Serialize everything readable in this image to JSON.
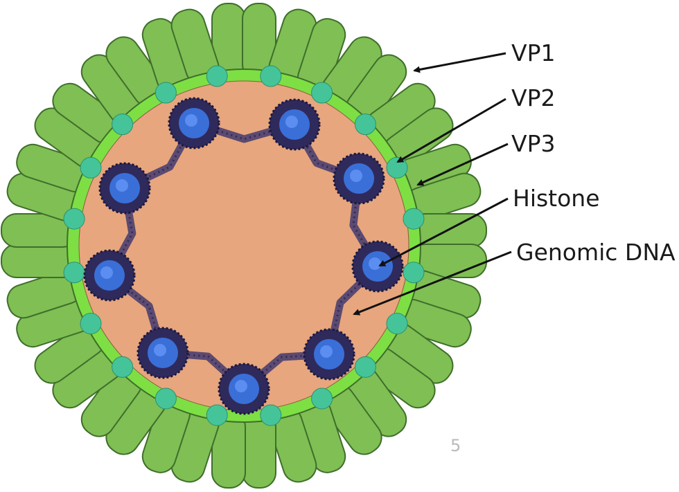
{
  "labels": {
    "vp1": "VP1",
    "vp2": "VP2",
    "vp3": "VP3",
    "histone": "Histone",
    "genomic_dna": "Genomic DNA"
  },
  "corner_mark": "5",
  "colors": {
    "capsomere_fill": "#7fbf54",
    "capsomere_stroke": "#3f6e2a",
    "vp2_ring": "#7ddf44",
    "vp3_dots": "#45c49a",
    "core_fill": "#e7a67d",
    "histone_outer": "#2f2a5c",
    "histone_inner": "#3a6fd8",
    "dna_strand": "#5c4a70",
    "arrow": "#111111"
  }
}
